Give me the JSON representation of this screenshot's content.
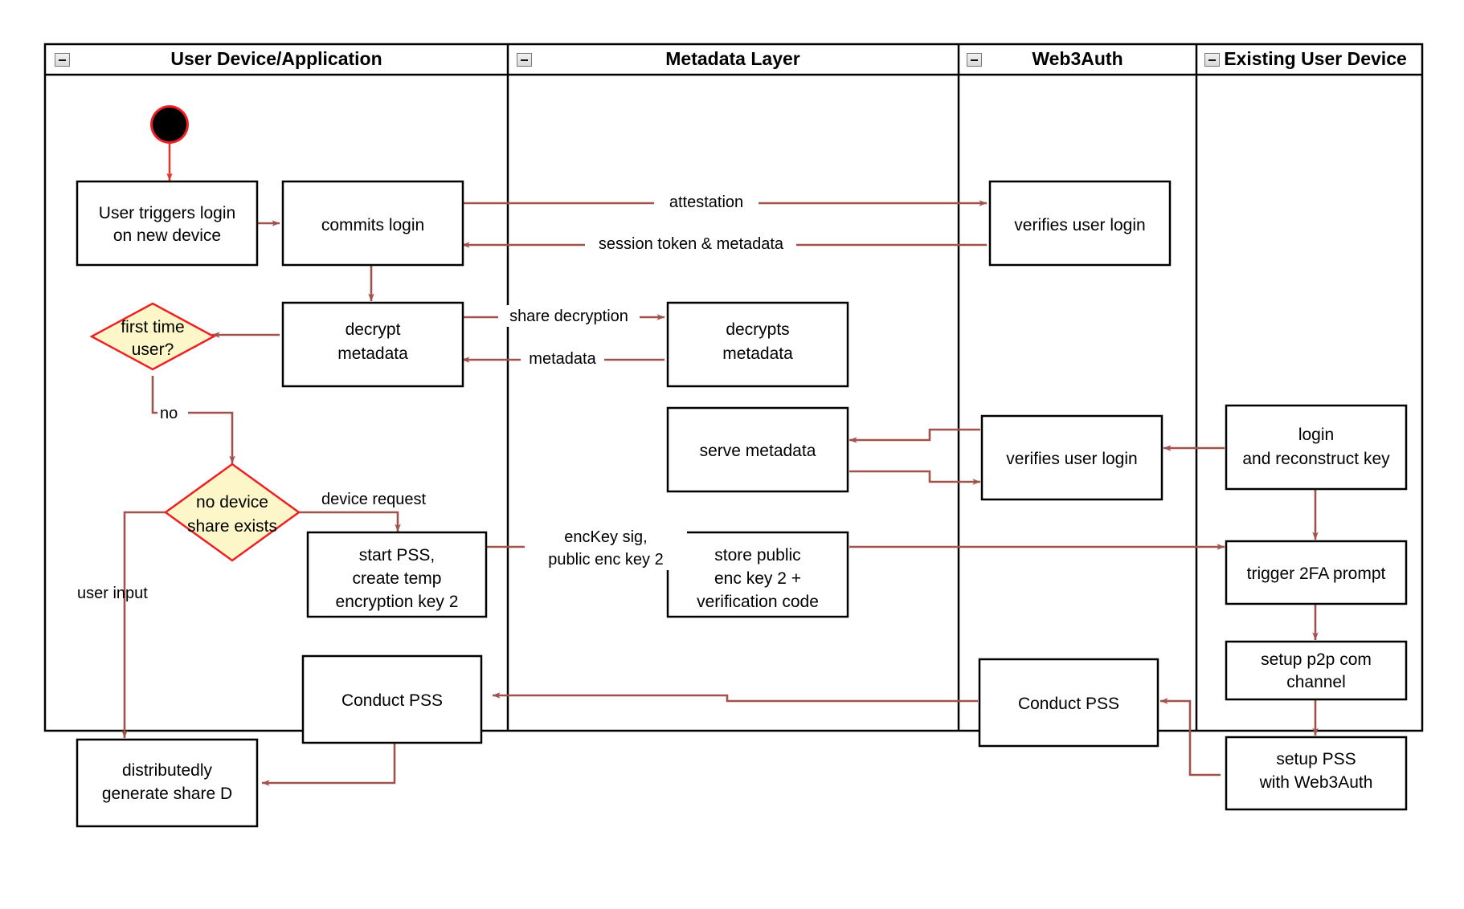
{
  "diagram": {
    "title": "Web3Auth new-device login flow",
    "colors": {
      "arrow": "#a0524d",
      "decision_border": "#ed2024",
      "decision_fill": "#fdf6c8",
      "node_border": "#000000",
      "start_ring": "#ed2024",
      "start_fill": "#000000",
      "lane_border": "#000000",
      "background": "#ffffff"
    },
    "lanes": [
      {
        "id": "lane-user-device",
        "label": "User Device/Application",
        "collapse_icon": "minus-box-icon"
      },
      {
        "id": "lane-metadata",
        "label": "Metadata Layer",
        "collapse_icon": "minus-box-icon"
      },
      {
        "id": "lane-web3auth",
        "label": "Web3Auth",
        "collapse_icon": "minus-box-icon"
      },
      {
        "id": "lane-existing-device",
        "label": "Existing User Device",
        "collapse_icon": "minus-box-icon"
      }
    ],
    "nodes": [
      {
        "id": "start",
        "type": "start",
        "lane": "lane-user-device",
        "label": ""
      },
      {
        "id": "user-triggers-login",
        "type": "process",
        "lane": "lane-user-device",
        "lines": [
          "User triggers login",
          "on new device"
        ]
      },
      {
        "id": "commits-login",
        "type": "process",
        "lane": "lane-user-device",
        "lines": [
          "commits login"
        ]
      },
      {
        "id": "verifies-user-login-1",
        "type": "process",
        "lane": "lane-web3auth",
        "lines": [
          "verifies user login"
        ]
      },
      {
        "id": "decrypt-metadata",
        "type": "process",
        "lane": "lane-user-device",
        "lines": [
          "decrypt",
          "metadata"
        ]
      },
      {
        "id": "decrypts-metadata",
        "type": "process",
        "lane": "lane-metadata",
        "lines": [
          "decrypts",
          "metadata"
        ]
      },
      {
        "id": "first-time-user",
        "type": "decision",
        "lane": "lane-user-device",
        "lines": [
          "first time",
          "user?"
        ]
      },
      {
        "id": "serve-metadata",
        "type": "process",
        "lane": "lane-metadata",
        "lines": [
          "serve metadata"
        ]
      },
      {
        "id": "verifies-user-login-2",
        "type": "process",
        "lane": "lane-web3auth",
        "lines": [
          "verifies user login"
        ]
      },
      {
        "id": "login-and-reconstruct-key",
        "type": "process",
        "lane": "lane-existing-device",
        "lines": [
          "login",
          "and reconstruct key"
        ]
      },
      {
        "id": "no-device-share-exists",
        "type": "decision",
        "lane": "lane-user-device",
        "lines": [
          "no device",
          "share exists"
        ]
      },
      {
        "id": "start-pss-create-temp-key",
        "type": "process",
        "lane": "lane-user-device",
        "lines": [
          "start PSS,",
          "create temp",
          "encryption key 2"
        ]
      },
      {
        "id": "store-public-enc-key",
        "type": "process",
        "lane": "lane-metadata",
        "lines": [
          "store public",
          "enc key 2 +",
          "verification code"
        ]
      },
      {
        "id": "trigger-2fa-prompt",
        "type": "process",
        "lane": "lane-existing-device",
        "lines": [
          "trigger 2FA prompt"
        ]
      },
      {
        "id": "setup-p2p-com-channel",
        "type": "process",
        "lane": "lane-existing-device",
        "lines": [
          "setup p2p com",
          "channel"
        ]
      },
      {
        "id": "conduct-pss-user",
        "type": "process",
        "lane": "lane-user-device",
        "lines": [
          "Conduct PSS"
        ]
      },
      {
        "id": "conduct-pss-web3auth",
        "type": "process",
        "lane": "lane-web3auth",
        "lines": [
          "Conduct PSS"
        ]
      },
      {
        "id": "setup-pss-with-web3auth",
        "type": "process",
        "lane": "lane-existing-device",
        "lines": [
          "setup PSS",
          "with Web3Auth"
        ]
      },
      {
        "id": "distributedly-generate-share-d",
        "type": "process",
        "lane": "lane-user-device",
        "lines": [
          "distributedly",
          "generate share D"
        ]
      }
    ],
    "edge_labels": [
      {
        "id": "attestation",
        "text": "attestation"
      },
      {
        "id": "session-token-metadata",
        "text": "session token & metadata"
      },
      {
        "id": "share-decryption",
        "text": "share decryption"
      },
      {
        "id": "metadata",
        "text": "metadata"
      },
      {
        "id": "no",
        "text": "no"
      },
      {
        "id": "device-request",
        "text": "device request"
      },
      {
        "id": "user-input",
        "text": "user input"
      },
      {
        "id": "enckey-sig-line1",
        "text": "encKey sig,"
      },
      {
        "id": "enckey-sig-line2",
        "text": "public enc key 2"
      }
    ]
  }
}
